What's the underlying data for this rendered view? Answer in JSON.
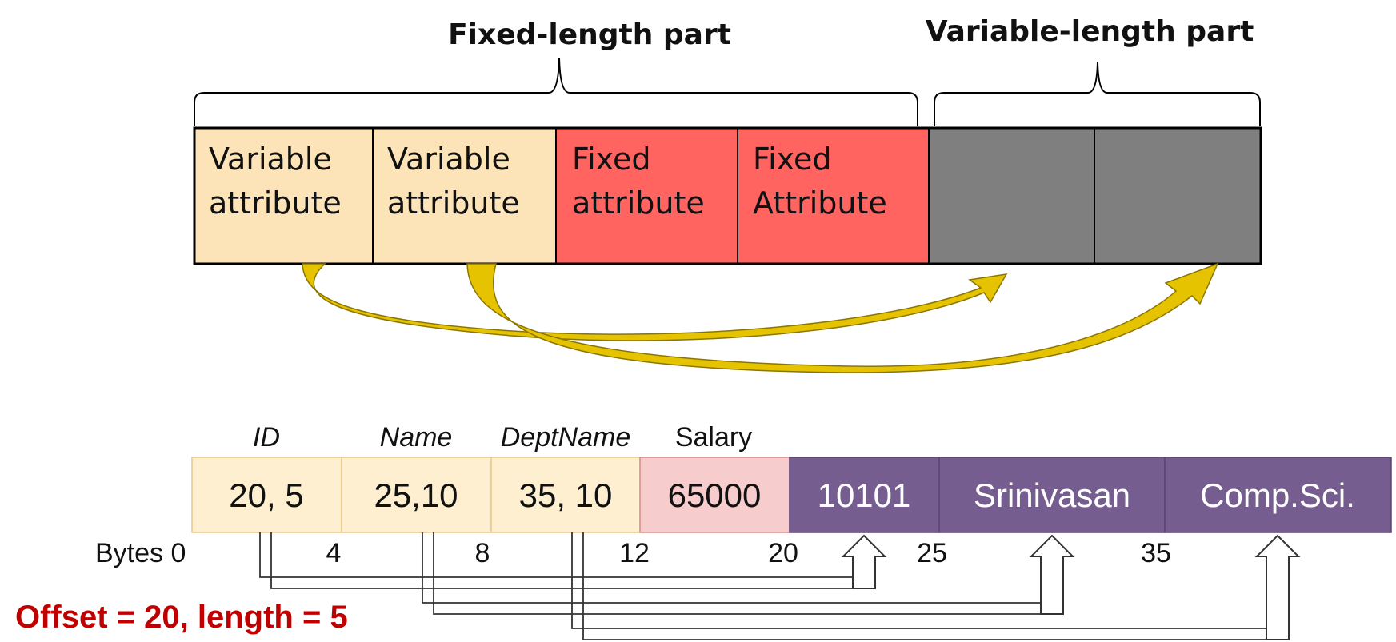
{
  "top": {
    "fixed_part_label": "Fixed-length part",
    "variable_part_label": "Variable-length part",
    "cells": [
      {
        "line1": "Variable",
        "line2": "attribute",
        "kind": "variable"
      },
      {
        "line1": "Variable",
        "line2": "attribute",
        "kind": "variable"
      },
      {
        "line1": "Fixed",
        "line2": "attribute",
        "kind": "fixed"
      },
      {
        "line1": "Fixed",
        "line2": "Attribute",
        "kind": "fixed"
      },
      {
        "line1": "",
        "line2": "",
        "kind": "data"
      },
      {
        "line1": "",
        "line2": "",
        "kind": "data"
      }
    ]
  },
  "bottom": {
    "headers": [
      "ID",
      "Name",
      "DeptName",
      "Salary"
    ],
    "cells": [
      "20, 5",
      "25,10",
      "35, 10",
      "65000",
      "10101",
      "Srinivasan",
      "Comp.Sci."
    ],
    "byte_prefix": "Bytes 0",
    "byte_labels": [
      "4",
      "8",
      "12",
      "20",
      "25",
      "35"
    ]
  },
  "annotation": "Offset = 20, length = 5",
  "colors": {
    "variable_cell": "#fce4b8",
    "fixed_cell": "#ff6461",
    "data_cell": "#7f7f7f",
    "arrow_fill": "#e6c300",
    "arrow_stroke": "#8a7600",
    "bottom_offset_cell": "#fdefcf",
    "bottom_salary_cell": "#f6cccc",
    "bottom_data_cell": "#765d8f",
    "annotation_text": "#c00000"
  }
}
